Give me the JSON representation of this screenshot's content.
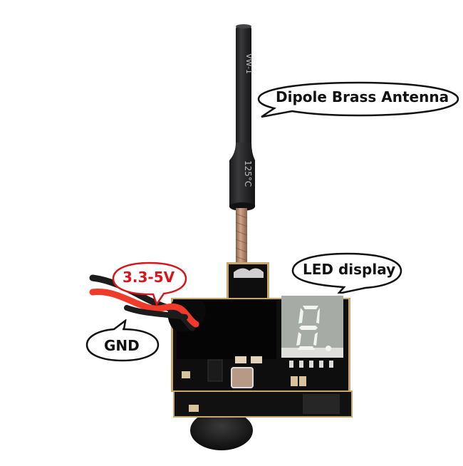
{
  "image": {
    "subject": "Micro FPV camera with video transmitter and antenna",
    "background_color": "#ffffff"
  },
  "callouts": [
    {
      "id": "antenna",
      "label": "Dipole Brass Antenna",
      "text_color": "#111111",
      "border_color": "#111111"
    },
    {
      "id": "led",
      "label": "LED display",
      "text_color": "#111111",
      "border_color": "#111111"
    },
    {
      "id": "power",
      "label": "3.3-5V",
      "text_color": "#d9151b",
      "border_color": "#d9151b"
    },
    {
      "id": "ground",
      "label": "GND",
      "text_color": "#111111",
      "border_color": "#111111"
    }
  ],
  "antenna_sleeve": {
    "markings": [
      "VW-1",
      "125°C"
    ],
    "color": "#2a2a2c"
  },
  "led_display": {
    "digit": "8.",
    "panel_color": "#a7aba6",
    "segment_color": "#f3f3f0"
  },
  "wires": {
    "power_color": "#f03a2a",
    "ground_color": "#1c1c1c"
  },
  "colors": {
    "pcb": "#0e0e0f",
    "pcb_edge": "#c9a66b",
    "coax": "#b98a6f",
    "lens": "#1a1a1a"
  }
}
